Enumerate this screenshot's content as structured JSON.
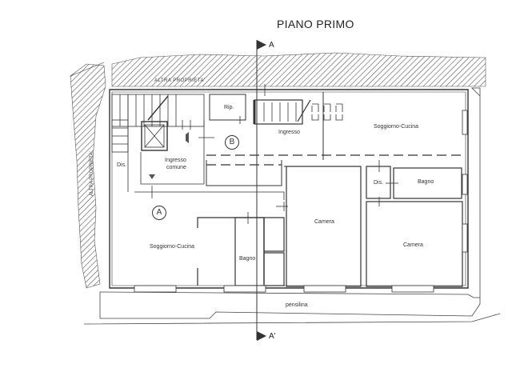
{
  "drawing": {
    "title": "PIANO PRIMO",
    "section_marks": {
      "top": "A",
      "bottom": "A'"
    },
    "unit_markers": {
      "a": "A",
      "b": "B"
    },
    "neighbor_labels": {
      "top": "ALTRA PROPRIETA'",
      "left": "ALTRA PROPRIETA'"
    },
    "rooms": {
      "rip": "Rip.",
      "ingresso": "Ingresso",
      "soggiorno_cucina_b": "Soggiorno-Cucina",
      "dis_left": "Dis.",
      "ingresso_comune_1": "Ingresso",
      "ingresso_comune_2": "comune",
      "dis_right": "Dis.",
      "bagno_right": "Bagno",
      "camera_center": "Camera",
      "camera_right": "Camera",
      "soggiorno_cucina_a": "Soggiorno-Cucina",
      "bagno_left": "Bagno",
      "pensilina": "pensilina"
    },
    "colors": {
      "line": "#333333",
      "hatch": "#555555",
      "paper": "#ffffff"
    }
  }
}
